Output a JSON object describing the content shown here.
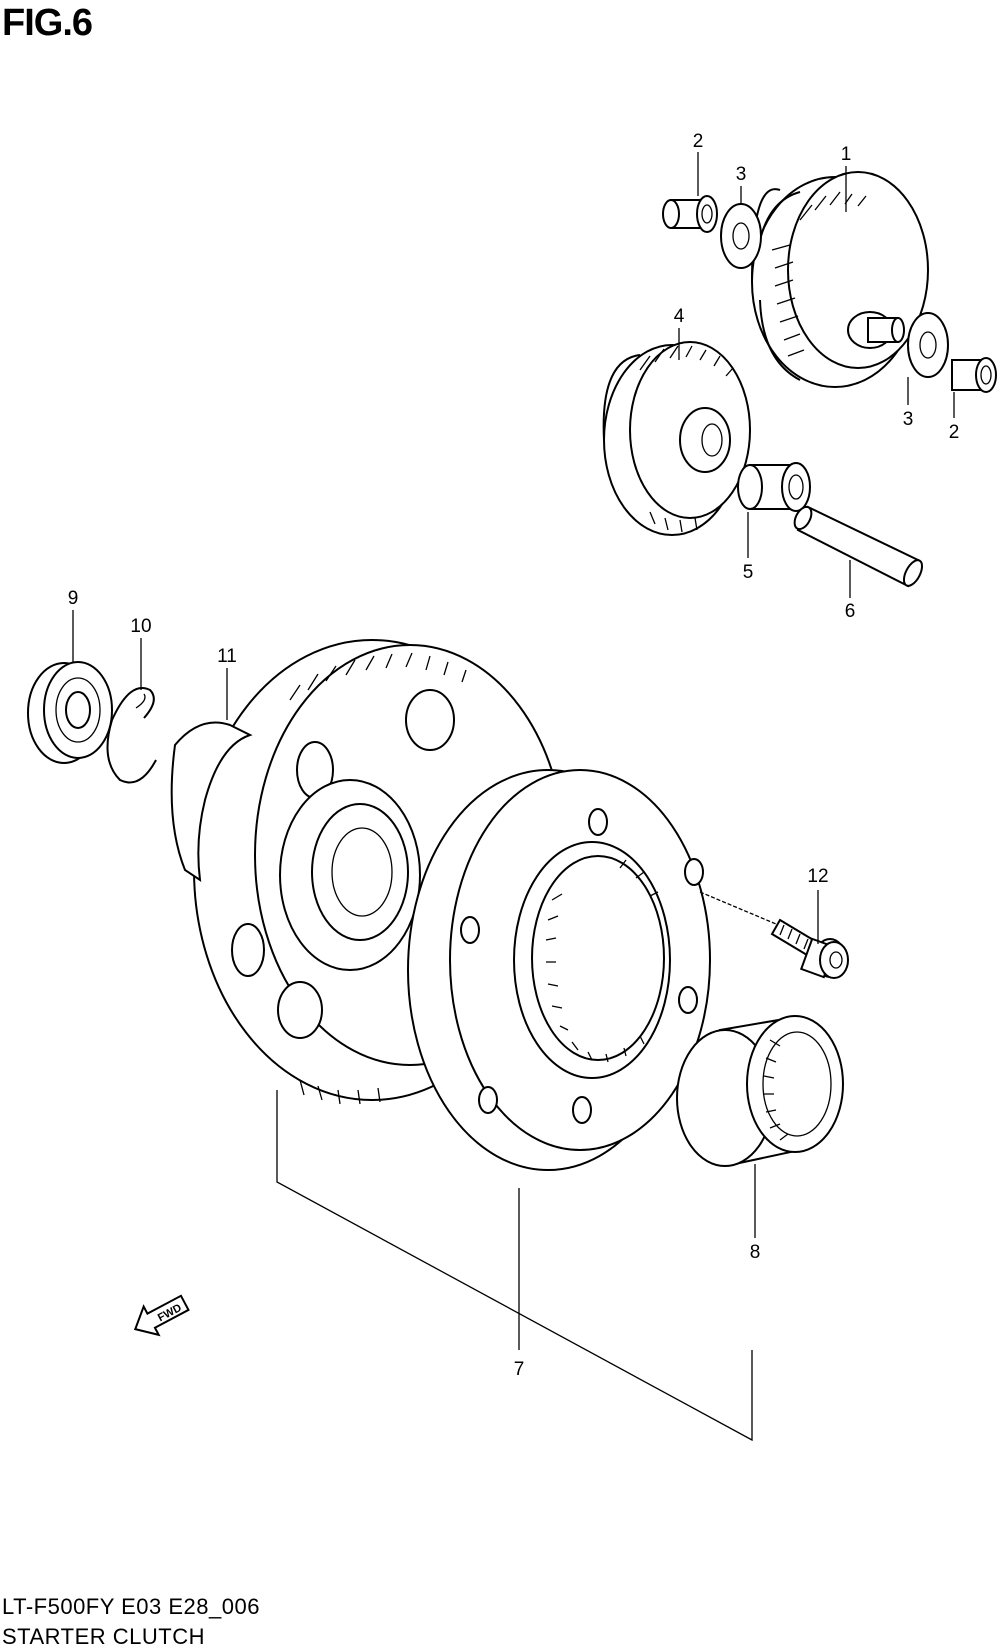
{
  "figure": {
    "title": "FIG.6"
  },
  "parts": [
    {
      "ref": "1"
    },
    {
      "ref": "2"
    },
    {
      "ref": "3"
    },
    {
      "ref": "4"
    },
    {
      "ref": "5"
    },
    {
      "ref": "6"
    },
    {
      "ref": "7"
    },
    {
      "ref": "8"
    },
    {
      "ref": "9"
    },
    {
      "ref": "10"
    },
    {
      "ref": "11"
    },
    {
      "ref": "12"
    }
  ],
  "direction_marker": {
    "label": "FWD",
    "icon": "fwd-arrow-icon"
  },
  "footer": {
    "model_code": "LT-F500FY E03 E28_006",
    "section_name": "STARTER CLUTCH"
  }
}
